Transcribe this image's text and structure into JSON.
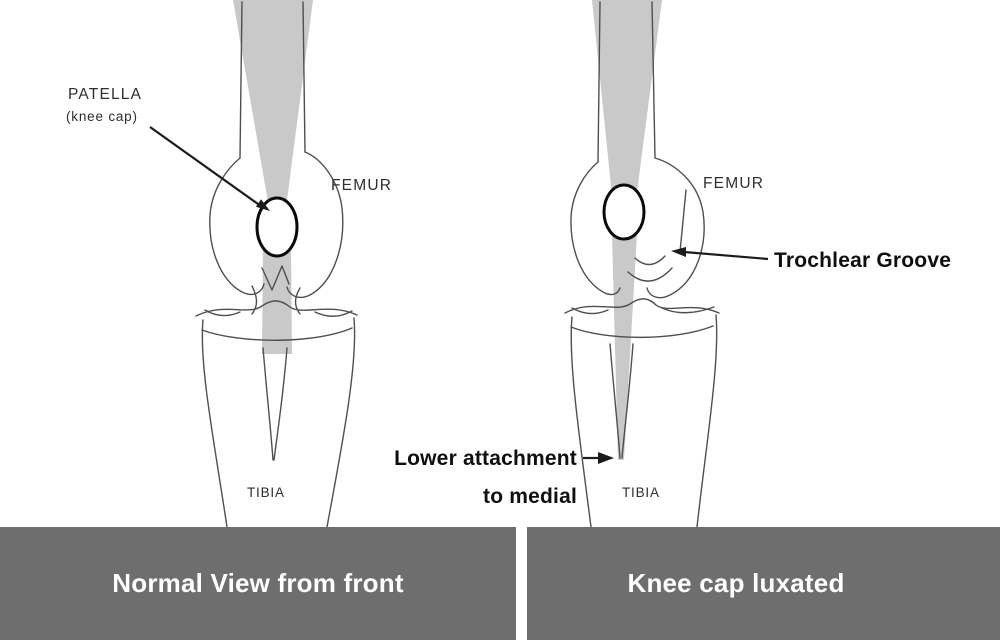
{
  "figure": {
    "left_panel": {
      "caption": "Normal View from front",
      "labels": {
        "patella": "PATELLA",
        "patella_sub": "(knee cap)",
        "femur": "FEMUR",
        "tibia": "TIBIA"
      }
    },
    "right_panel": {
      "caption": "Knee cap luxated",
      "labels": {
        "femur": "FEMUR",
        "trochlear_groove": "Trochlear Groove",
        "lower_attachment": "Lower attachment",
        "lower_attachment_2": "to medial",
        "tibia": "TIBIA"
      }
    },
    "colors": {
      "caption_bar": "#6e6e6e",
      "caption_text": "#ffffff",
      "muscle_fill": "#c9c9c9",
      "outline": "#4f4f4f",
      "patella_stroke": "#0a0a0a",
      "label_text": "#2e2e2e",
      "annotation_text": "#0f0f0f",
      "background": "#ffffff"
    }
  }
}
